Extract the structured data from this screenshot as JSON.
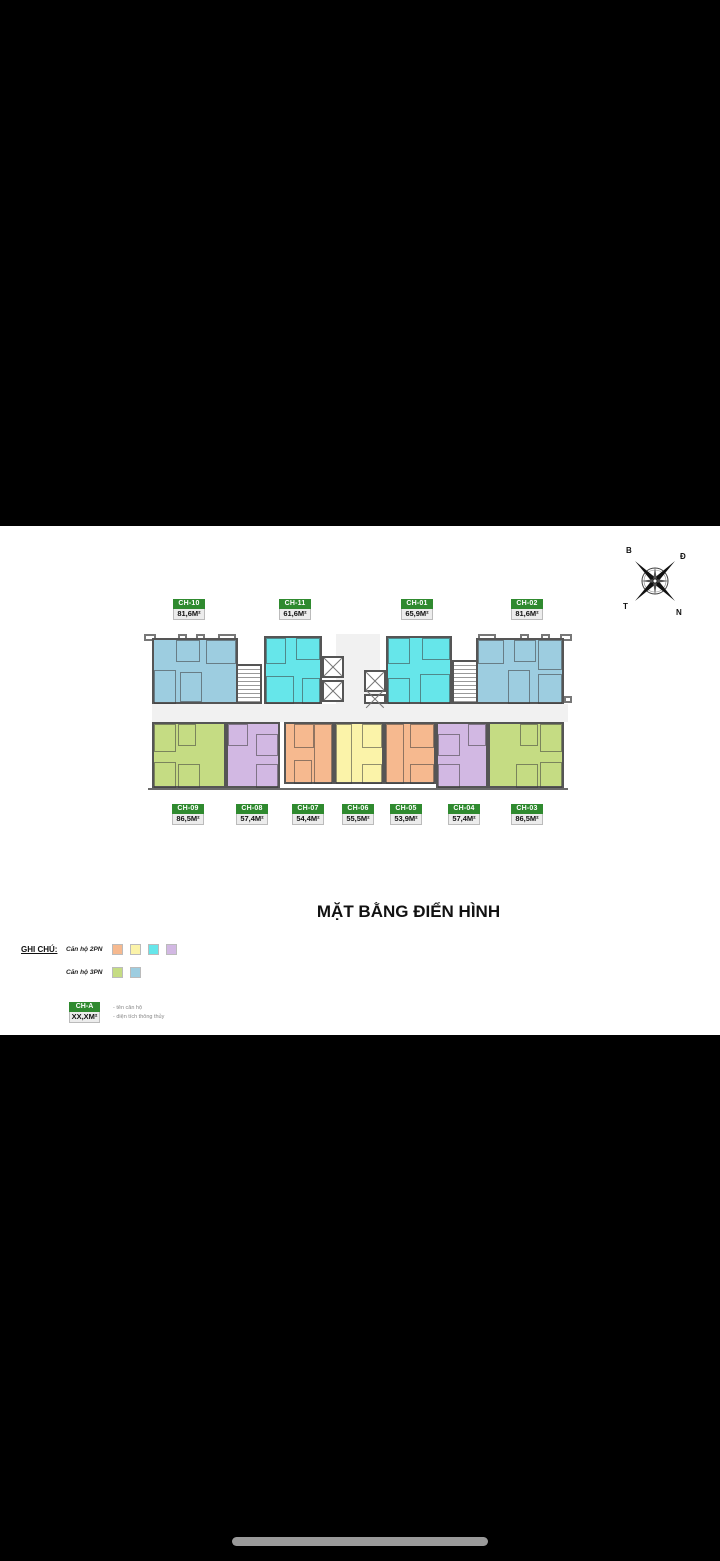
{
  "title": "MẶT BẰNG ĐIỂN HÌNH",
  "compass": {
    "north_west": "B",
    "north_east": "Đ",
    "south_west": "T",
    "south_east": "N"
  },
  "colors": {
    "label_green": "#2f8a2f",
    "unit_2pn_orange": "#f6b98f",
    "unit_2pn_yellow": "#fbf3a9",
    "unit_2pn_cyan": "#66e6ea",
    "unit_2pn_purple": "#d2b8e3",
    "unit_3pn_green": "#c5dc83",
    "unit_3pn_blue": "#9dcde0"
  },
  "units_top": [
    {
      "code": "CH-10",
      "area": "81,6M²",
      "type": "3PN",
      "color": "#9dcde0"
    },
    {
      "code": "CH-11",
      "area": "61,6M²",
      "type": "2PN",
      "color": "#66e6ea"
    },
    {
      "code": "CH-01",
      "area": "65,9M²",
      "type": "2PN",
      "color": "#66e6ea"
    },
    {
      "code": "CH-02",
      "area": "81,6M²",
      "type": "3PN",
      "color": "#9dcde0"
    }
  ],
  "units_bottom": [
    {
      "code": "CH-09",
      "area": "86,5M²",
      "type": "3PN",
      "color": "#c5dc83"
    },
    {
      "code": "CH-08",
      "area": "57,4M²",
      "type": "2PN",
      "color": "#d2b8e3"
    },
    {
      "code": "CH-07",
      "area": "54,4M²",
      "type": "2PN",
      "color": "#f6b98f"
    },
    {
      "code": "CH-06",
      "area": "55,5M²",
      "type": "2PN",
      "color": "#fbf3a9"
    },
    {
      "code": "CH-05",
      "area": "53,9M²",
      "type": "2PN",
      "color": "#f6b98f"
    },
    {
      "code": "CH-04",
      "area": "57,4M²",
      "type": "2PN",
      "color": "#d2b8e3"
    },
    {
      "code": "CH-03",
      "area": "86,5M²",
      "type": "3PN",
      "color": "#c5dc83"
    }
  ],
  "legend": {
    "heading": "GHI CHÚ:",
    "rows": [
      {
        "label": "Căn hộ 2PN",
        "swatches": [
          "#f6b98f",
          "#fbf3a9",
          "#66e6ea",
          "#d2b8e3"
        ]
      },
      {
        "label": "Căn hộ 3PN",
        "swatches": [
          "#c5dc83",
          "#9dcde0"
        ]
      }
    ],
    "sample": {
      "code": "CH-A",
      "area": "XX,XM²"
    },
    "notes": [
      "- tên căn hộ",
      "- diện tích thông thủy"
    ]
  }
}
